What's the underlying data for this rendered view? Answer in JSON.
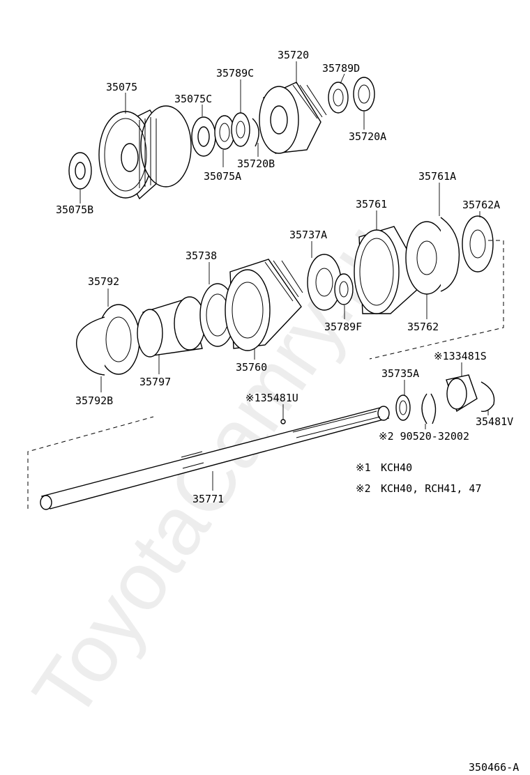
{
  "watermark": "ToyotaCamry.ru",
  "diagram_code": "350466-A",
  "part_labels": {
    "p35075": "35075",
    "p35075B": "35075B",
    "p35075C": "35075C",
    "p35075A": "35075A",
    "p35789C": "35789C",
    "p35720": "35720",
    "p35720B": "35720B",
    "p35789D": "35789D",
    "p35720A": "35720A",
    "p35761A": "35761A",
    "p35761": "35761",
    "p35762A": "35762A",
    "p35737A": "35737A",
    "p35738": "35738",
    "p35792": "35792",
    "p35789F": "35789F",
    "p35762": "35762",
    "p35760": "35760",
    "p35797": "35797",
    "p35792B": "35792B",
    "p133481S": "※133481S",
    "p35735A": "35735A",
    "p35481U": "※135481U",
    "p35481V": "35481V",
    "p90520": "※2 90520-32002",
    "p35771": "35771"
  },
  "notes": [
    {
      "mark": "※1",
      "text": "KCH40"
    },
    {
      "mark": "※2",
      "text": "KCH40, RCH41, 47"
    }
  ]
}
